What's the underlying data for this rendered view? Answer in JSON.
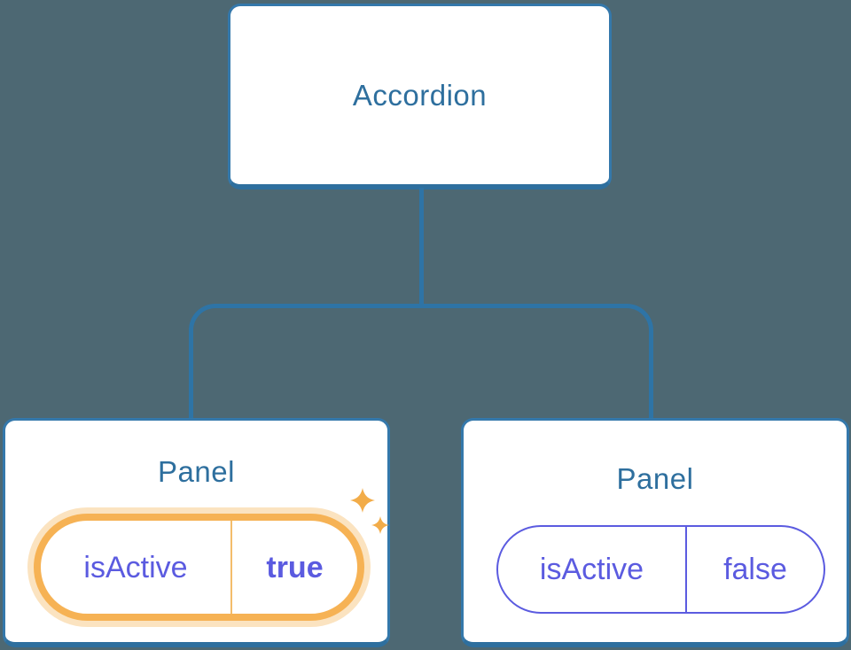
{
  "diagram": {
    "root": {
      "label": "Accordion"
    },
    "panels": [
      {
        "title": "Panel",
        "prop_name": "isActive",
        "prop_value": "true",
        "state": "active-highlighted"
      },
      {
        "title": "Panel",
        "prop_name": "isActive",
        "prop_value": "false",
        "state": "inactive"
      }
    ],
    "icons": [
      "sparkles-icon"
    ]
  },
  "colors": {
    "background": "#4d6873",
    "card_background": "#ffffff",
    "card_border": "#3478ab",
    "card_border_bottom": "#2e6f9e",
    "node_text": "#2e6f9e",
    "connector": "#2e74a6",
    "prop_text": "#5b5be0",
    "inactive_pill_border": "#5b5be0",
    "active_pill_border": "#f6b254",
    "active_pill_halo": "#fbe3c0",
    "active_pill_divider": "#f3bd6b",
    "sparkle": "#f2ac49"
  }
}
